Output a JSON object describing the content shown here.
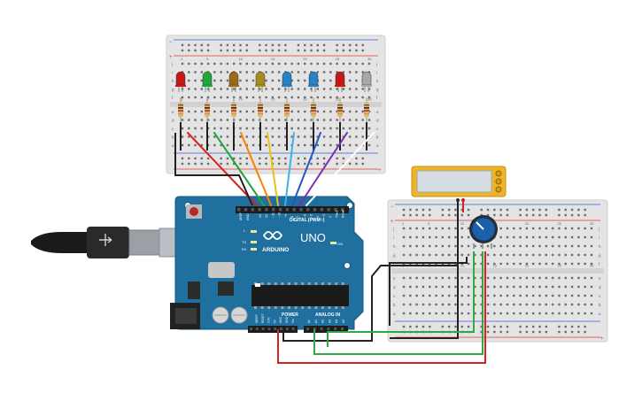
{
  "arduino": {
    "brand_label": "ARDUINO",
    "model_label": "UNO",
    "digital_header_label": "DIGITAL (PWM~)",
    "power_label": "POWER",
    "analog_label": "ANALOG IN",
    "on_label": "ON",
    "led_l_label": "L",
    "tx_label": "TX",
    "rx_label": "RX",
    "aref_label": "AREF",
    "gnd_label": "GND",
    "digital_pins": [
      "13",
      "12",
      "~11",
      "~10",
      "~9",
      "8",
      "7",
      "~6",
      "~5",
      "4",
      "~3",
      "2",
      "TX▸1",
      "RX◂0"
    ],
    "power_pins": [
      "IOREF",
      "RESET",
      "3.3V",
      "5V",
      "GND",
      "GND",
      "Vin"
    ],
    "analog_pins": [
      "A0",
      "A1",
      "A2",
      "A3",
      "A4",
      "A5"
    ]
  },
  "breadboard_top": {
    "row_letters_top": [
      "j",
      "i",
      "h",
      "g",
      "f"
    ],
    "row_letters_bottom": [
      "e",
      "d",
      "c",
      "b",
      "a"
    ],
    "column_numbers": [
      "1",
      "5",
      "10",
      "15",
      "20",
      "25",
      "30"
    ]
  },
  "breadboard_right": {
    "row_letters_top": [
      "j",
      "i",
      "h",
      "g",
      "f"
    ],
    "row_letters_bottom": [
      "e",
      "d",
      "c",
      "b",
      "a"
    ],
    "column_numbers": [
      "1",
      "5",
      "10",
      "15",
      "20",
      "25",
      "30"
    ]
  },
  "leds": [
    {
      "color": "#c8161b"
    },
    {
      "color": "#1ea83a"
    },
    {
      "color": "#9a6a16"
    },
    {
      "color": "#a98a1c"
    },
    {
      "color": "#2781c7"
    },
    {
      "color": "#2781c7"
    },
    {
      "color": "#c8161b"
    },
    {
      "color": "#a8a8a8"
    }
  ],
  "wires": {
    "led_wire_colors": [
      "#d42222",
      "#1ea83a",
      "#ff7f00",
      "#e8c316",
      "#39b5e8",
      "#2156c9",
      "#7b2fb3",
      "#ffffff"
    ],
    "ground_color": "#222222",
    "power_color": "#d42222",
    "signal_color": "#2fa845"
  },
  "colors": {
    "board_blue": "#1f6f9f",
    "breadboard": "#e4e4e4",
    "rail_red": "#d83a3a",
    "rail_blue": "#3a5ad8",
    "meter_body": "#f0b429",
    "meter_screen": "#d6dde2",
    "pot_blue": "#1d5fa8"
  }
}
